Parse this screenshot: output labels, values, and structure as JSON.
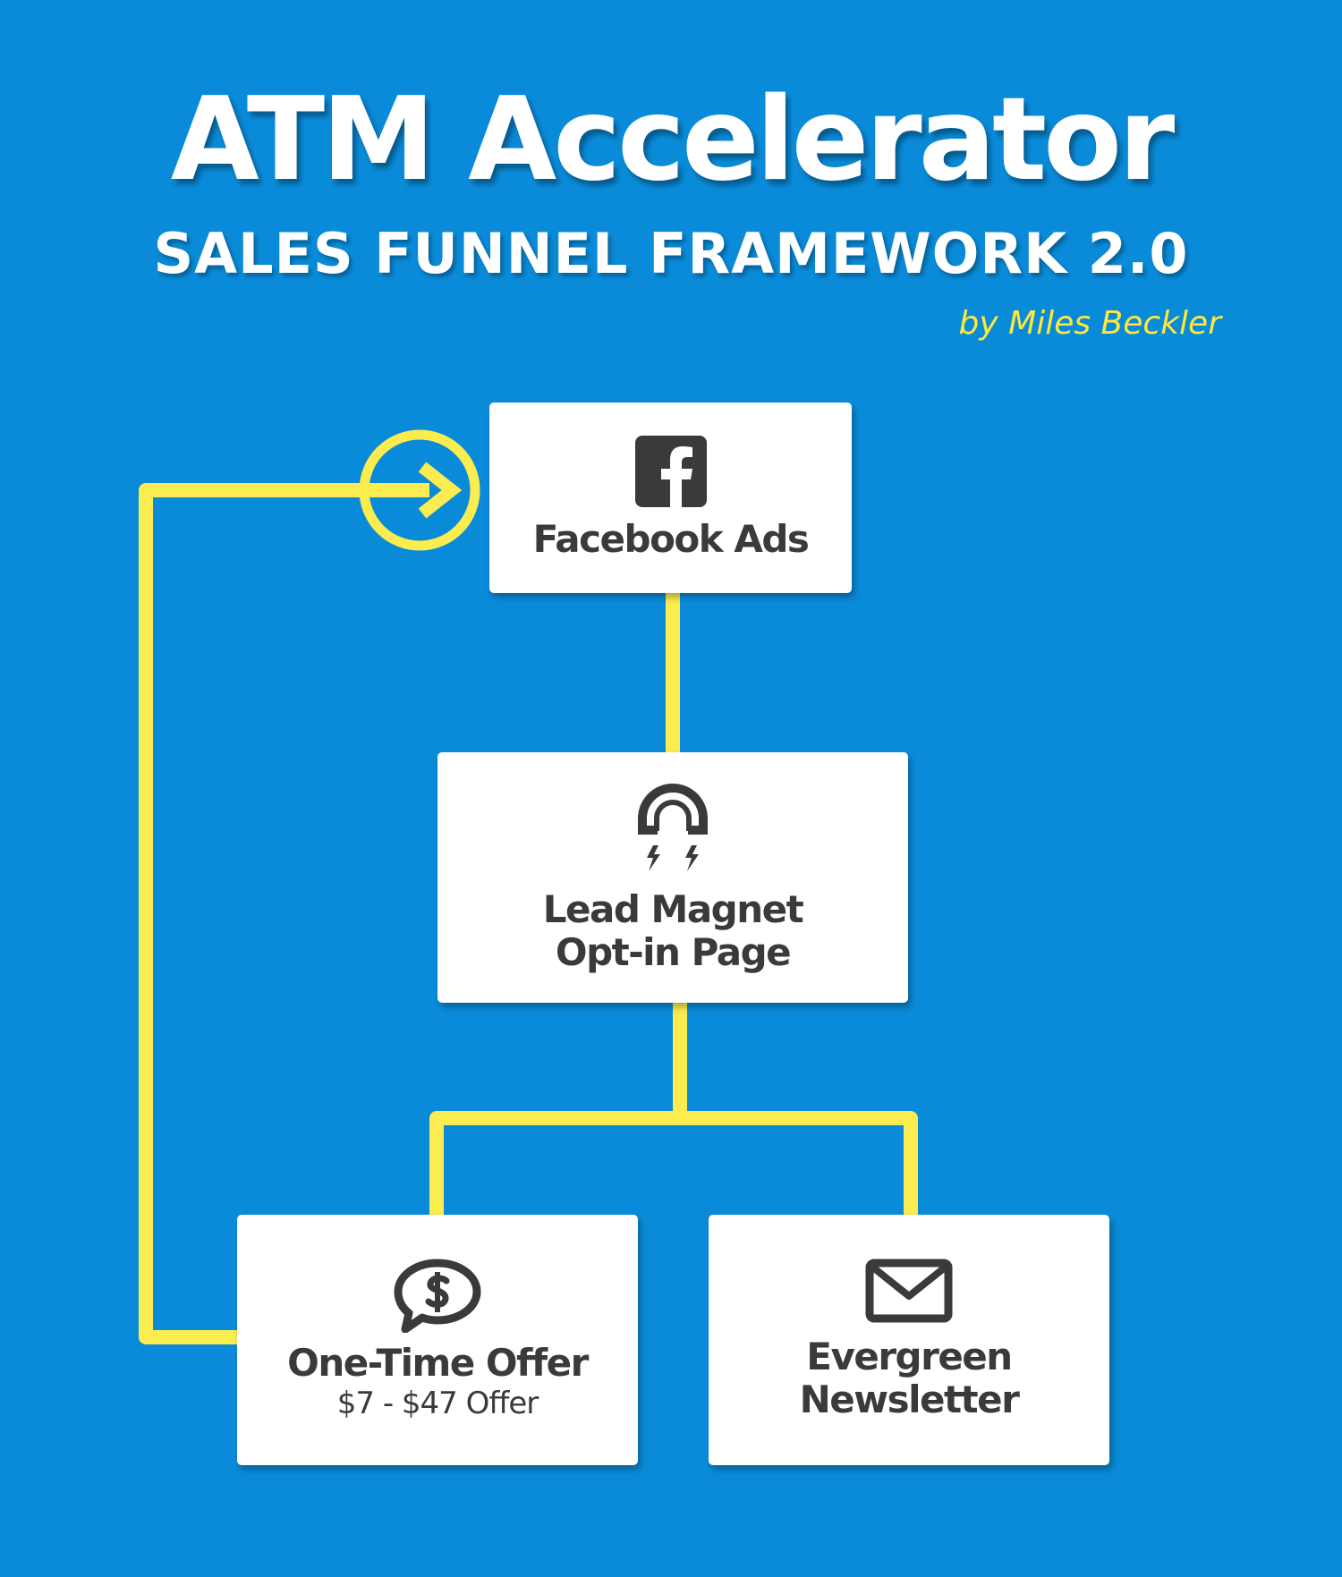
{
  "header": {
    "title": "ATM Accelerator",
    "subtitle": "SALES FUNNEL FRAMEWORK 2.0",
    "byline": "by Miles Beckler"
  },
  "colors": {
    "background": "#0a8bd9",
    "connector": "#fbec4f",
    "box": "#ffffff",
    "box_text": "#3a3a3c",
    "byline": "#ffe83a"
  },
  "nodes": {
    "facebook_ads": {
      "icon": "facebook-icon",
      "label": "Facebook Ads"
    },
    "lead_magnet": {
      "icon": "magnet-icon",
      "label_line1": "Lead Magnet",
      "label_line2": "Opt-in Page"
    },
    "one_time_offer": {
      "icon": "dollar-speech-bubble-icon",
      "label": "One-Time Offer",
      "sublabel": "$7 - $47 Offer"
    },
    "evergreen_newsletter": {
      "icon": "envelope-icon",
      "label_line1": "Evergreen",
      "label_line2": "Newsletter"
    }
  },
  "edges": [
    {
      "from": "facebook_ads",
      "to": "lead_magnet"
    },
    {
      "from": "lead_magnet",
      "to": "one_time_offer"
    },
    {
      "from": "lead_magnet",
      "to": "evergreen_newsletter"
    },
    {
      "from": "one_time_offer",
      "to": "facebook_ads",
      "style": "loop-back-arrow"
    }
  ]
}
